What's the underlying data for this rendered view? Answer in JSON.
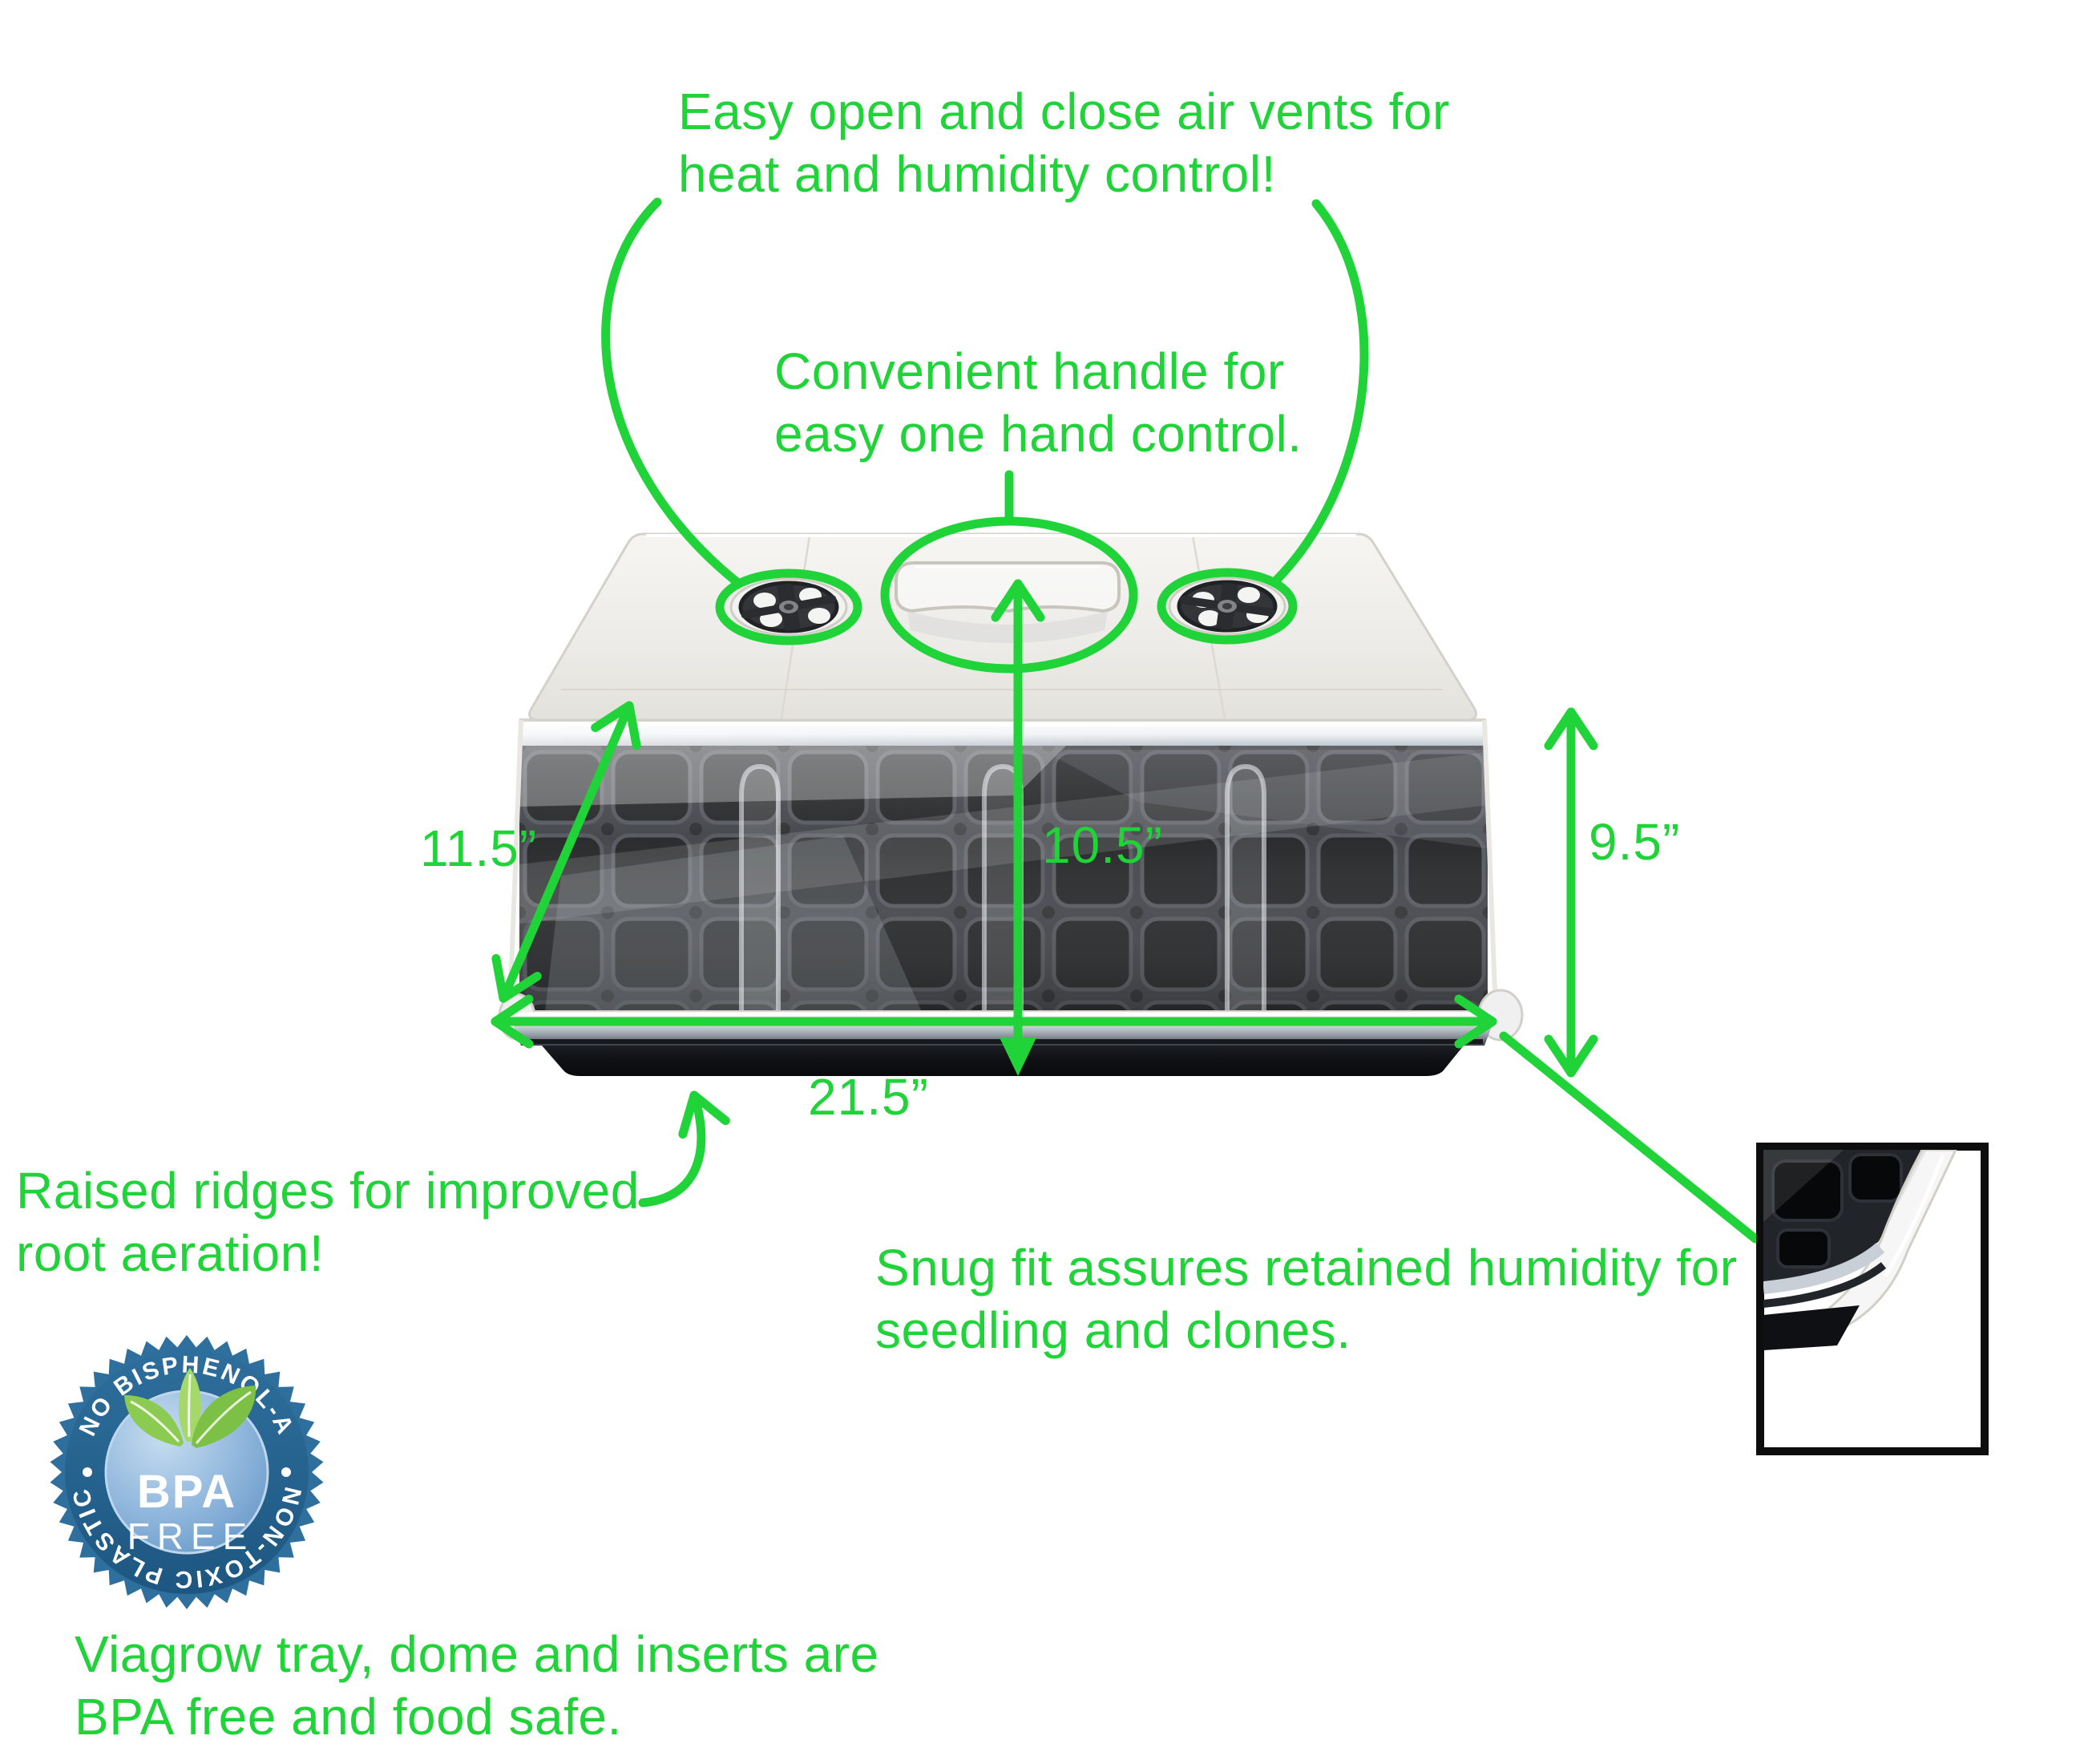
{
  "annotations": {
    "vents_note": "Easy open and close air vents for\nheat and humidity control!",
    "handle_note": "Convenient handle for\neasy one hand control.",
    "raised_ridges_note": "Raised ridges for improved\nroot aeration!",
    "snug_fit_note": "Snug fit assures retained humidity for\nseedling and clones.",
    "bpa_note": "Viagrow tray, dome and inserts are\nBPA free and food safe."
  },
  "dimensions": {
    "depth": "11.5”",
    "inner_height": "10.5”",
    "outer_height": "9.5”",
    "width": "21.5”"
  },
  "badge": {
    "top_arc": "NO BISPHENOL-A",
    "bottom_arc": "NON-TOXIC PLASTIC",
    "line1": "BPA",
    "line2": "FREE"
  },
  "icons": {
    "air_vent": "round 4-hole adjustable vent disc",
    "handle": "recessed dome grip handle",
    "leaves": "green leaf sprig",
    "inset": "zoomed corner detail box"
  },
  "colors": {
    "annotation_green": "#1fd338",
    "badge_outer_blue": "#2f6f9d",
    "badge_ring_blue": "#1d5781",
    "badge_inner_light": "#c6ddf0",
    "badge_inner_dark": "#6094c4",
    "leaf_green": "#7cc045",
    "tray_black": "#0b0d10",
    "inset_border": "#0d0d0d"
  }
}
